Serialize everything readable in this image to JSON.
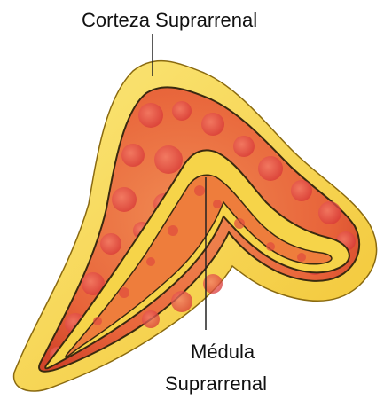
{
  "labels": {
    "cortex": "Corteza  Suprarrenal",
    "medulla_line1": "Médula",
    "medulla_line2": "Suprarrenal"
  },
  "colors": {
    "cortex": "#f4cf3f",
    "cortex_light": "#fbe77a",
    "tissue": "#e8643a",
    "tissue_dark": "#d2452a",
    "cell": "#e34a42",
    "medulla": "#ee7d3c",
    "outline": "#3a2a10",
    "leader": "#222222"
  }
}
